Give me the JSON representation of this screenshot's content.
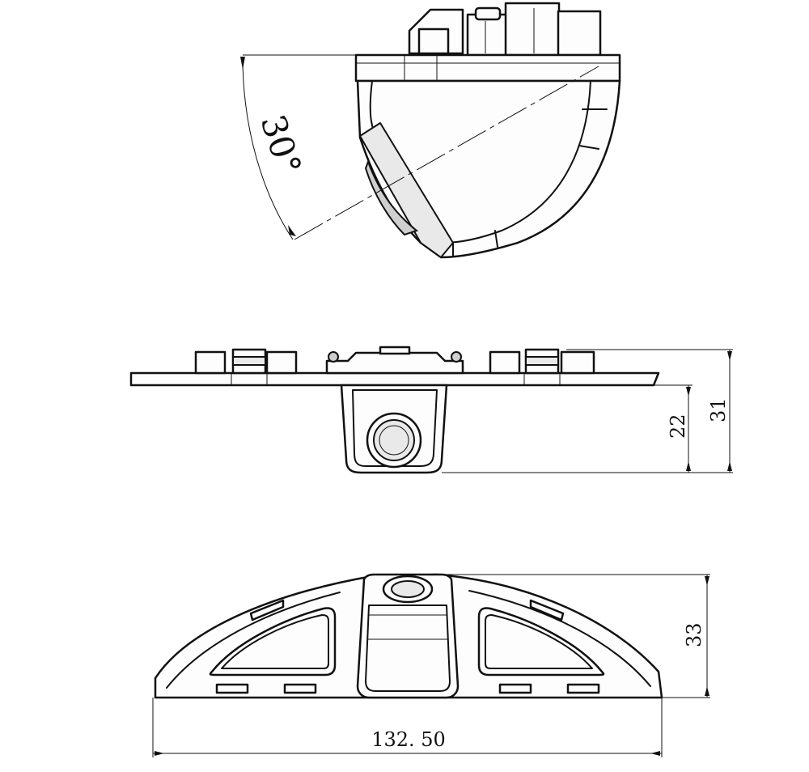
{
  "angle_label": "30°",
  "dim_height_lens": "22",
  "dim_height_total": "31",
  "dim_height_top": "33",
  "dim_width": "132. 50"
}
